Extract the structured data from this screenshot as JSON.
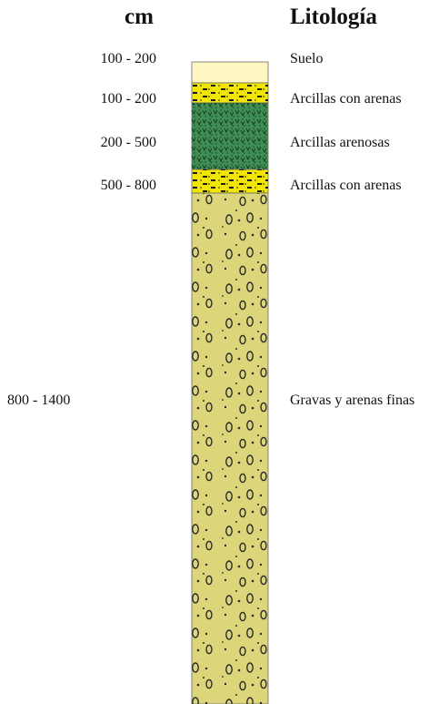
{
  "header": {
    "depth_title": "cm",
    "lithology_title": "Litología"
  },
  "layers": [
    {
      "depth": "100 - 200",
      "lithology": "Suelo",
      "pattern": "plain",
      "color": "#FFF7C2"
    },
    {
      "depth": "100 - 200",
      "lithology": "Arcillas con arenas",
      "pattern": "clay-sand",
      "color": "#F2E600"
    },
    {
      "depth": "200 - 500",
      "lithology": "Arcillas arenosas",
      "pattern": "sandy-clay",
      "color": "#3F8F55"
    },
    {
      "depth": "500 - 800",
      "lithology": "Arcillas con arenas",
      "pattern": "clay-sand",
      "color": "#F2E600"
    },
    {
      "depth": "800 - 1400",
      "lithology": "Gravas y arenas finas",
      "pattern": "gravel-fine-sand",
      "color": "#DDD57A"
    }
  ]
}
